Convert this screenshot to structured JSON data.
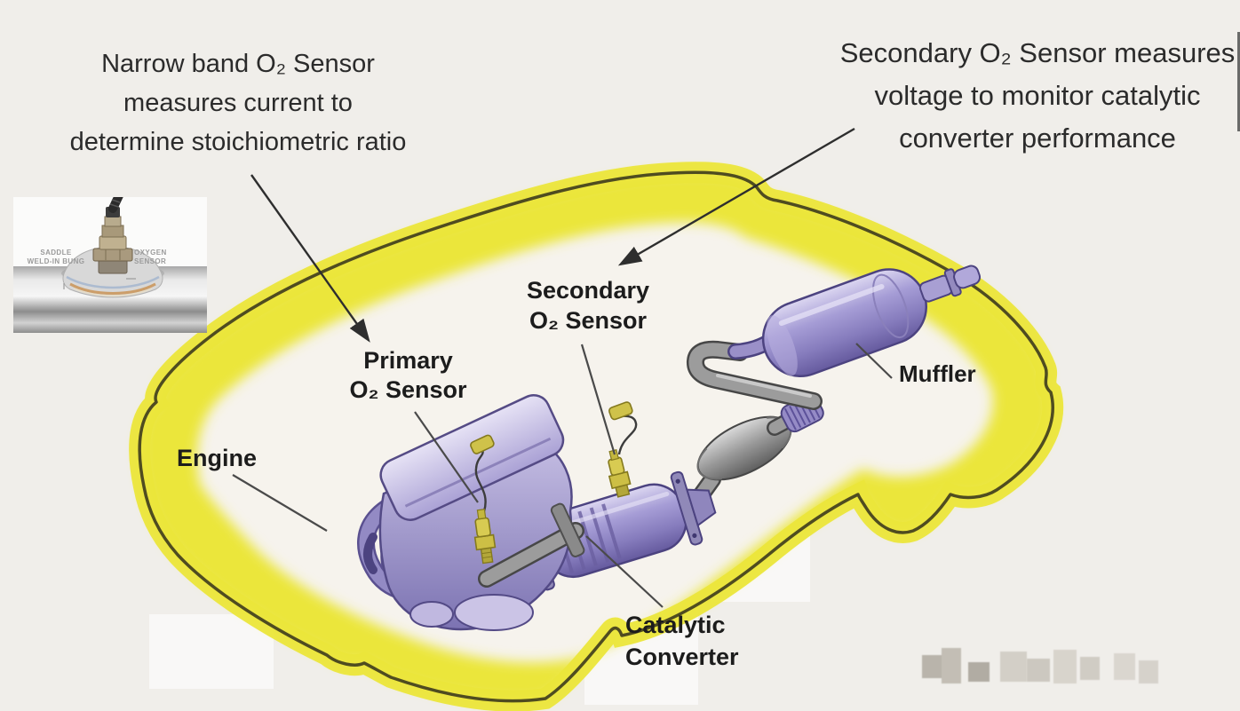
{
  "annotations": {
    "narrow_band": {
      "line1": "Narrow band O₂ Sensor",
      "line2": "measures current to",
      "line3": "determine stoichiometric ratio"
    },
    "secondary_note": {
      "line1": "Secondary O₂ Sensor measures",
      "line2": "voltage to monitor catalytic",
      "line3": "converter performance"
    }
  },
  "labels": {
    "primary_sensor": {
      "line1": "Primary",
      "line2": "O₂ Sensor"
    },
    "secondary_sensor": {
      "line1": "Secondary",
      "line2": "O₂ Sensor"
    },
    "engine": "Engine",
    "muffler": "Muffler",
    "catalytic": {
      "line1": "Catalytic",
      "line2": "Converter"
    }
  },
  "inset": {
    "saddle_label_line1": "SADDLE",
    "saddle_label_line2": "WELD-IN BUNG",
    "oxygen_label_line1": "OXYGEN",
    "oxygen_label_line2": "SENSOR"
  },
  "colors": {
    "background": "#f0eeea",
    "car_glow_yellow": "#ebe63a",
    "car_outline_olive": "#4f4c20",
    "component_purple": "#8d83c3",
    "pipe_gray": "#9c9c9c",
    "sensor_yellow": "#d6c94e",
    "text_dark": "#2b2b2b"
  }
}
